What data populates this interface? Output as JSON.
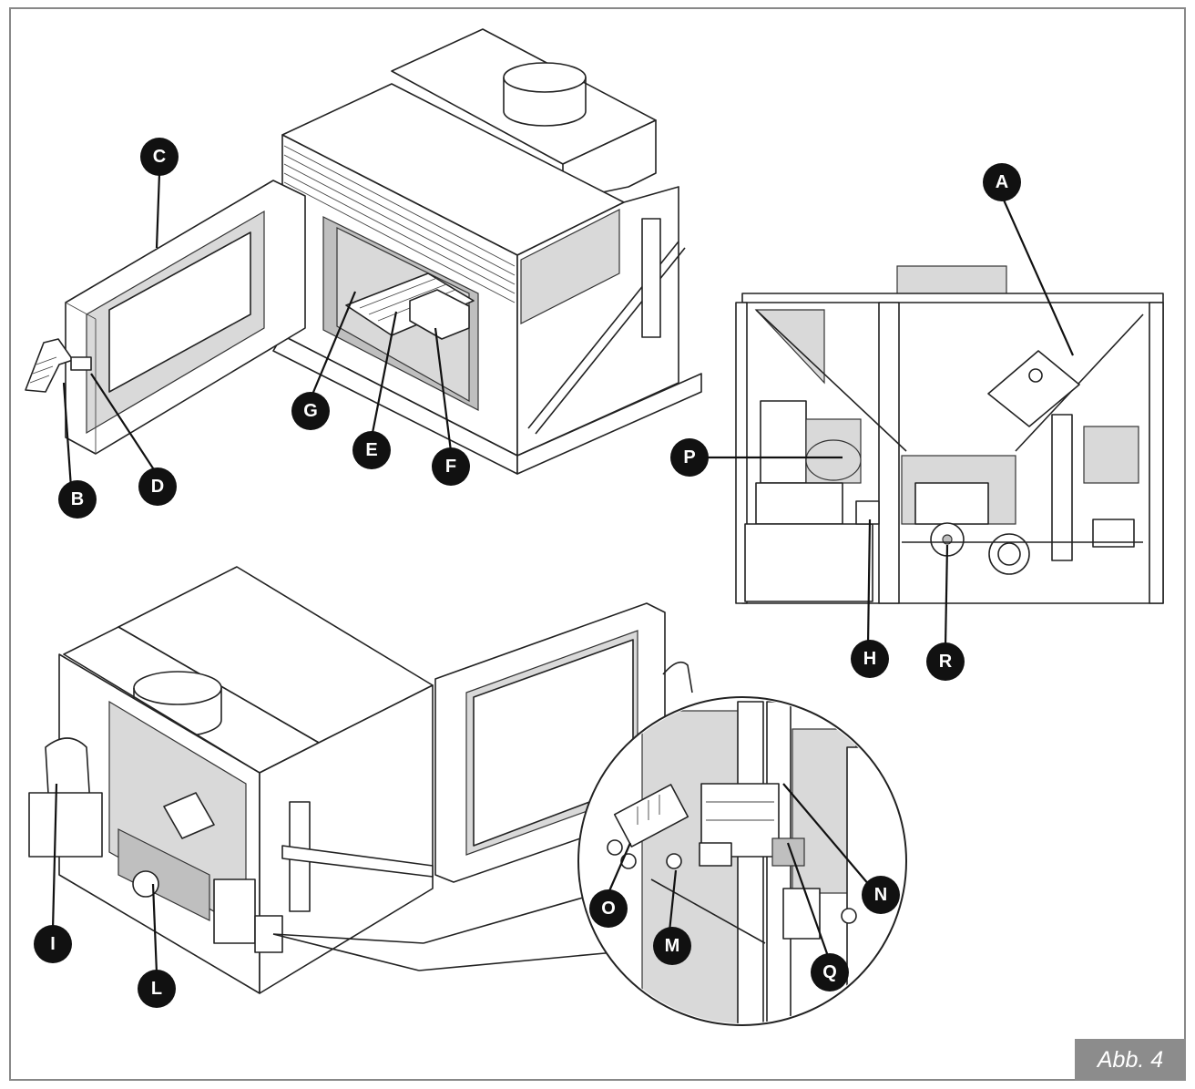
{
  "caption": "Abb. 4",
  "labels": [
    "A",
    "B",
    "C",
    "D",
    "E",
    "F",
    "G",
    "H",
    "I",
    "L",
    "M",
    "N",
    "O",
    "P",
    "Q",
    "R"
  ],
  "colors": {
    "badge": "#111111",
    "caption_bg": "#8c8c8c",
    "line": "#222222",
    "fill": "#d9d9d9"
  }
}
